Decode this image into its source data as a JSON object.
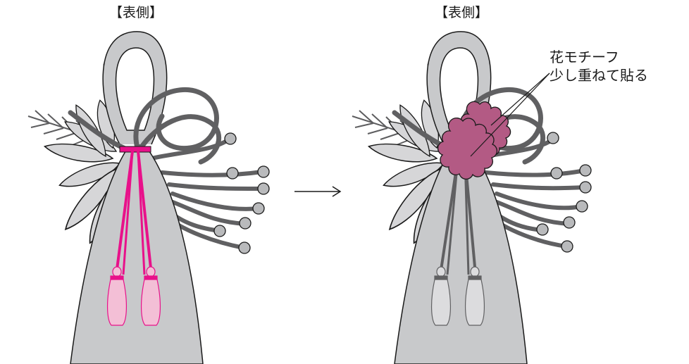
{
  "panels": {
    "left": {
      "title": "【表側】"
    },
    "right": {
      "title": "【表側】"
    }
  },
  "annotation": {
    "line1": "花モチーフ",
    "line2": "少し重ねて貼る"
  },
  "arrow": {
    "symbol": "→"
  },
  "colors": {
    "body": "#c8c9cb",
    "outline": "#1a1a1a",
    "cord": "#606062",
    "leaf": "#d6d6d8",
    "berry": "#b9babc",
    "tie_pink": "#e8118a",
    "tassel_pink": "#f3bfd6",
    "flower": "#b35a84",
    "tassel_gray": "#dcdcde"
  }
}
